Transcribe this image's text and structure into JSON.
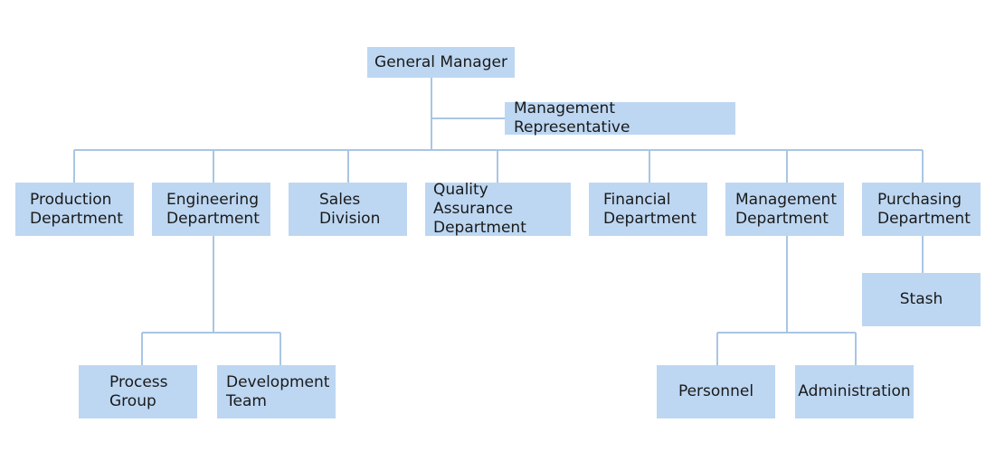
{
  "chart": {
    "nodes": {
      "general_manager": "General Manager",
      "management_representative": "Management Representative",
      "production_department": "Production\nDepartment",
      "engineering_department": "Engineering\nDepartment",
      "sales_division": "Sales\nDivision",
      "quality_assurance_department": "Quality Assurance\nDepartment",
      "financial_department": "Financial\nDepartment",
      "management_department": "Management\nDepartment",
      "purchasing_department": "Purchasing\nDepartment",
      "stash": "Stash",
      "process_group": "Process\nGroup",
      "development_team": "Development\nTeam",
      "personnel": "Personnel",
      "administration": "Administration"
    }
  }
}
